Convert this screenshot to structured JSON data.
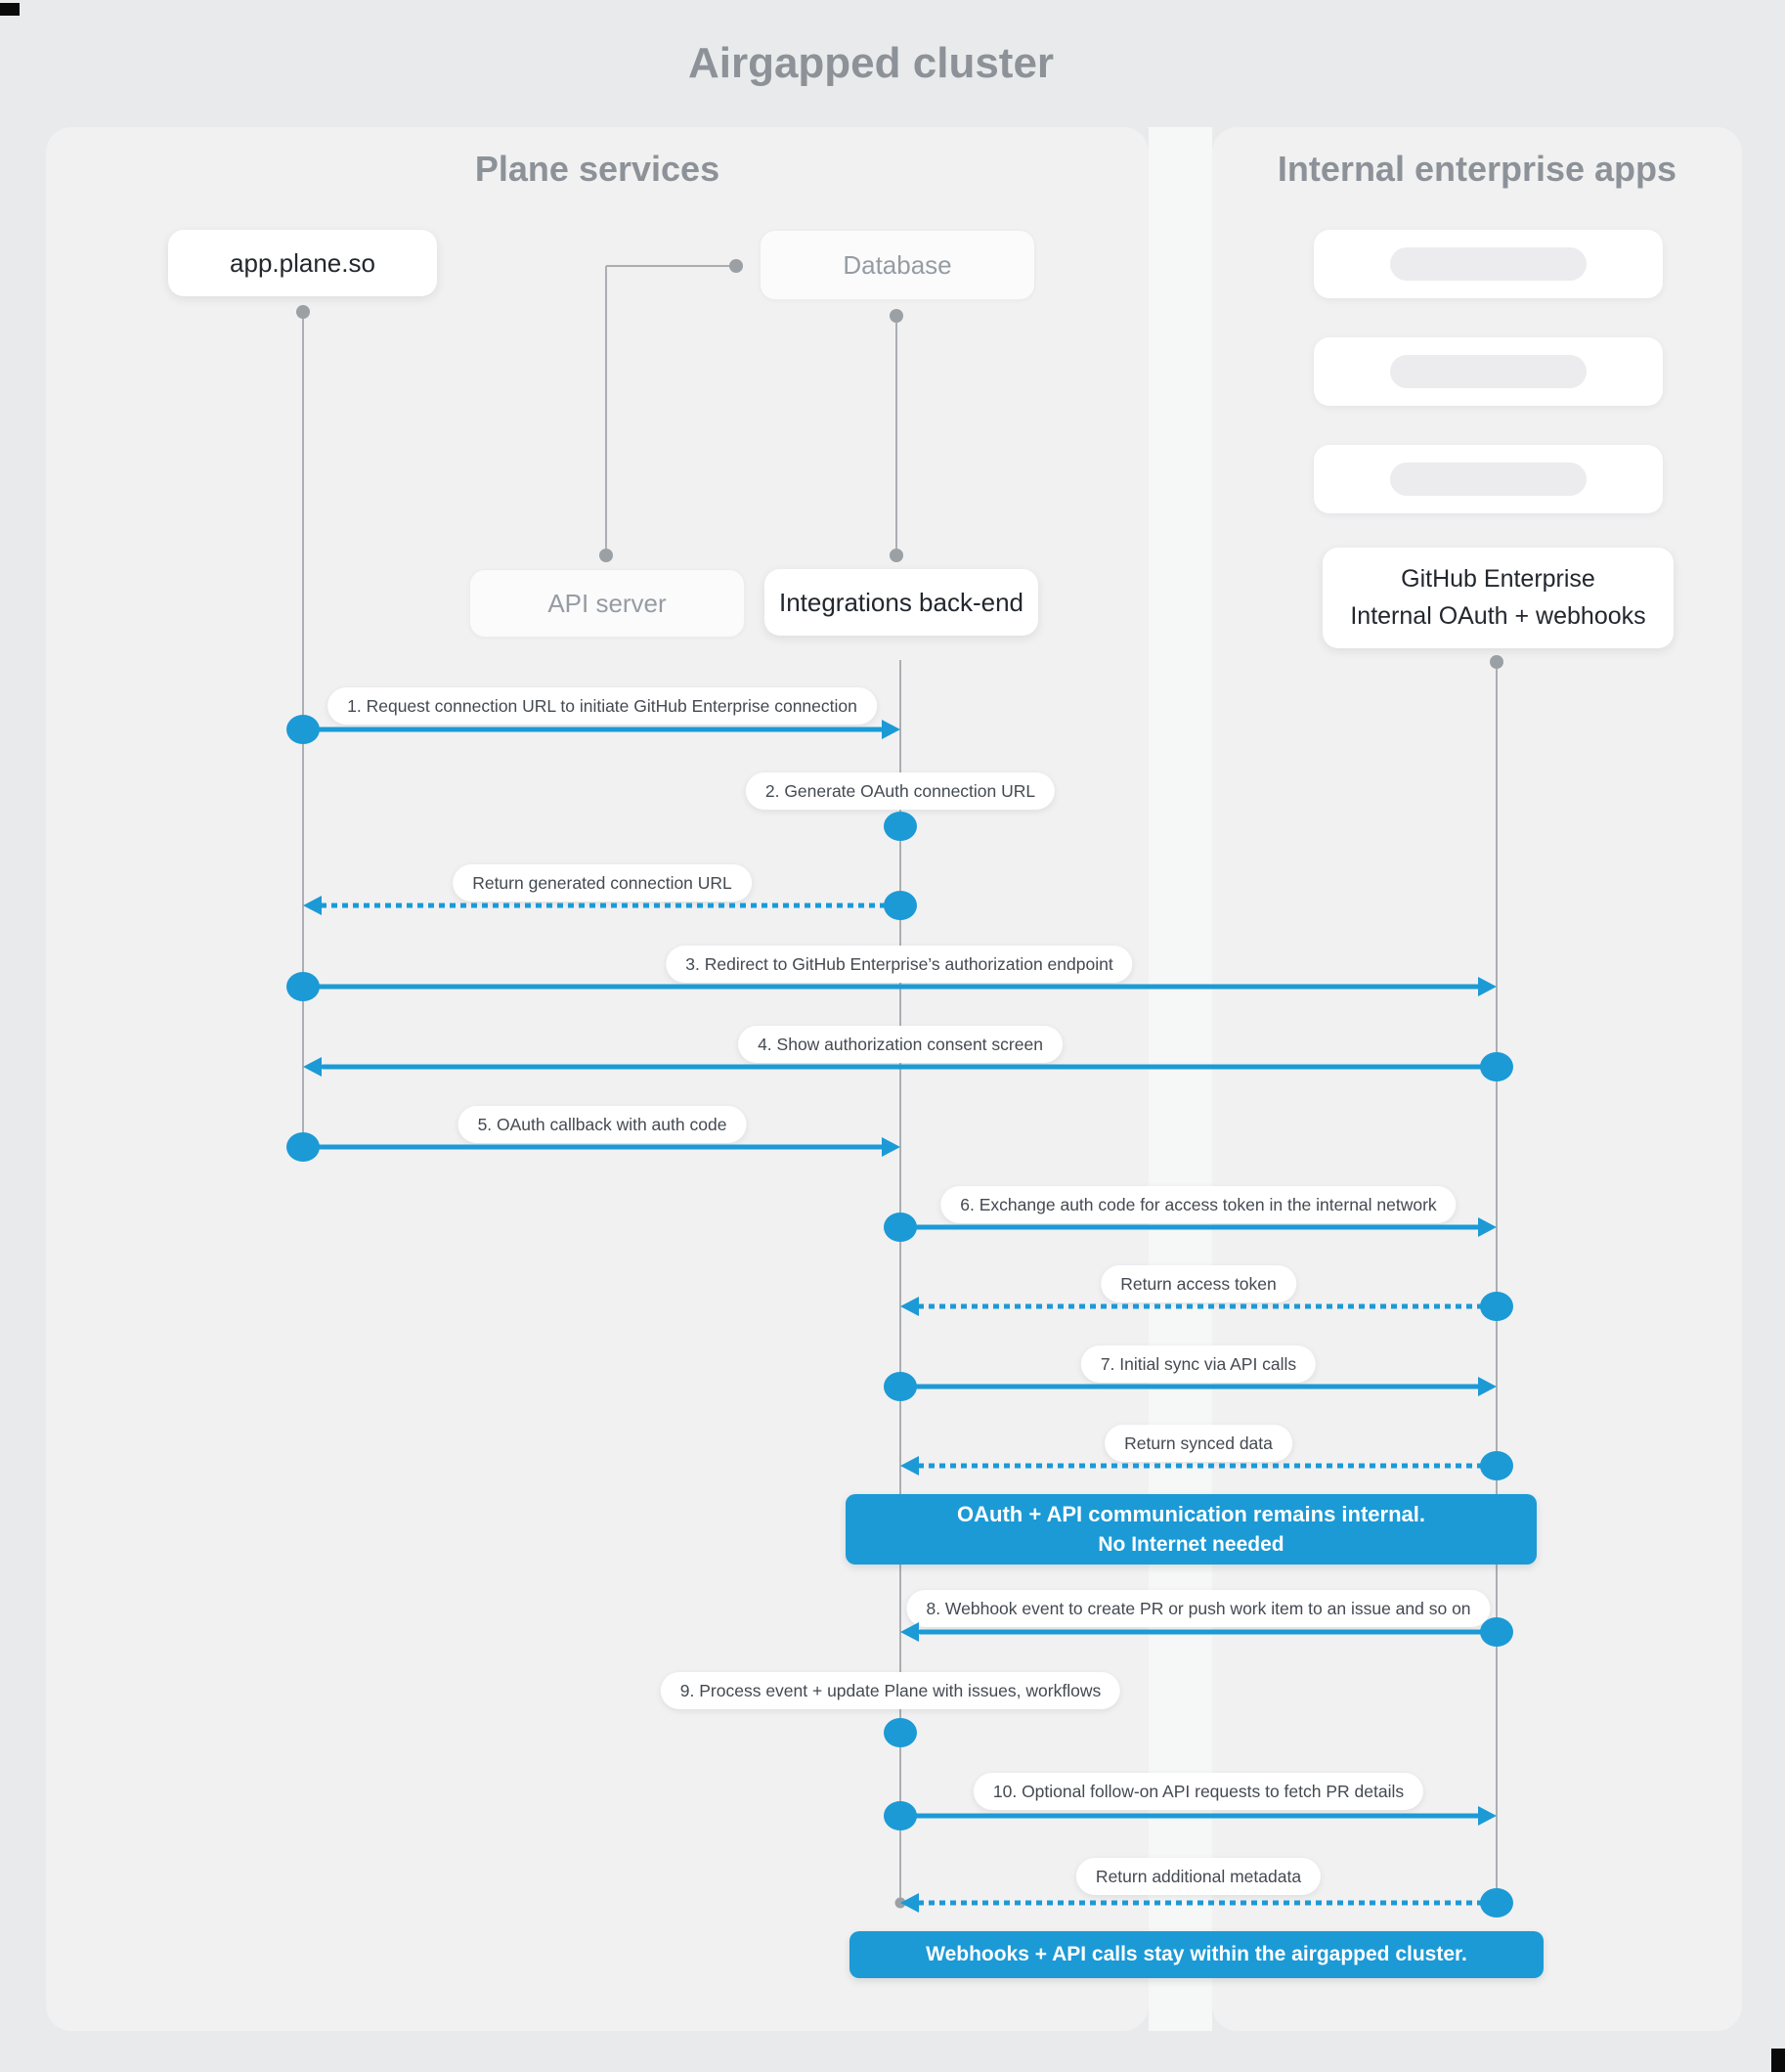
{
  "title": "Airgapped cluster",
  "colors": {
    "accent_blue": "#1b9ad6",
    "page_bg": "#e9eaeb",
    "panel_bg": "#f1f1f2",
    "muted_text": "#8c9298",
    "dark_text": "#23272e"
  },
  "panels": {
    "plane": {
      "title": "Plane services"
    },
    "internal": {
      "title": "Internal enterprise apps"
    }
  },
  "actors": {
    "app_plane": {
      "label": "app.plane.so"
    },
    "database": {
      "label": "Database"
    },
    "api_server": {
      "label": "API server"
    },
    "integrations": {
      "label": "Integrations back-end"
    },
    "github": {
      "line1": "GitHub Enterprise",
      "line2": "Internal OAuth + webhooks"
    }
  },
  "messages": [
    {
      "label": "1. Request connection URL to initiate GitHub Enterprise connection",
      "type": "solid",
      "from": "app.plane.so",
      "to": "Integrations back-end"
    },
    {
      "label": "2. Generate OAuth connection URL",
      "type": "self",
      "at": "Integrations back-end"
    },
    {
      "label": "Return generated connection URL",
      "type": "dashed-return",
      "from": "Integrations back-end",
      "to": "app.plane.so"
    },
    {
      "label": "3. Redirect to GitHub Enterprise’s authorization endpoint",
      "type": "solid",
      "from": "app.plane.so",
      "to": "GitHub Enterprise"
    },
    {
      "label": "4. Show authorization consent screen",
      "type": "solid",
      "from": "GitHub Enterprise",
      "to": "app.plane.so"
    },
    {
      "label": "5. OAuth callback with auth code",
      "type": "solid",
      "from": "app.plane.so",
      "to": "Integrations back-end"
    },
    {
      "label": "6. Exchange auth code for access token in the internal network",
      "type": "solid",
      "from": "Integrations back-end",
      "to": "GitHub Enterprise"
    },
    {
      "label": "Return access token",
      "type": "dashed-return",
      "from": "GitHub Enterprise",
      "to": "Integrations back-end"
    },
    {
      "label": "7. Initial sync via API calls",
      "type": "solid",
      "from": "Integrations back-end",
      "to": "GitHub Enterprise"
    },
    {
      "label": "Return synced data",
      "type": "dashed-return",
      "from": "GitHub Enterprise",
      "to": "Integrations back-end"
    },
    {
      "label": "8. Webhook event to create PR  or push work item to an issue  and so on",
      "type": "solid",
      "from": "GitHub Enterprise",
      "to": "Integrations back-end"
    },
    {
      "label": "9. Process event + update Plane with issues, workflows",
      "type": "self",
      "at": "Integrations back-end"
    },
    {
      "label": "10. Optional follow-on API requests to fetch PR details",
      "type": "solid",
      "from": "Integrations back-end",
      "to": "GitHub Enterprise"
    },
    {
      "label": "Return additional metadata",
      "type": "dashed-return",
      "from": "GitHub Enterprise",
      "to": "Integrations back-end"
    }
  ],
  "banners": {
    "internal_note": {
      "line1": "OAuth + API communication remains internal.",
      "line2": "No Internet needed"
    },
    "airgapped_note": {
      "text": "Webhooks + API calls stay within the airgapped cluster."
    }
  }
}
